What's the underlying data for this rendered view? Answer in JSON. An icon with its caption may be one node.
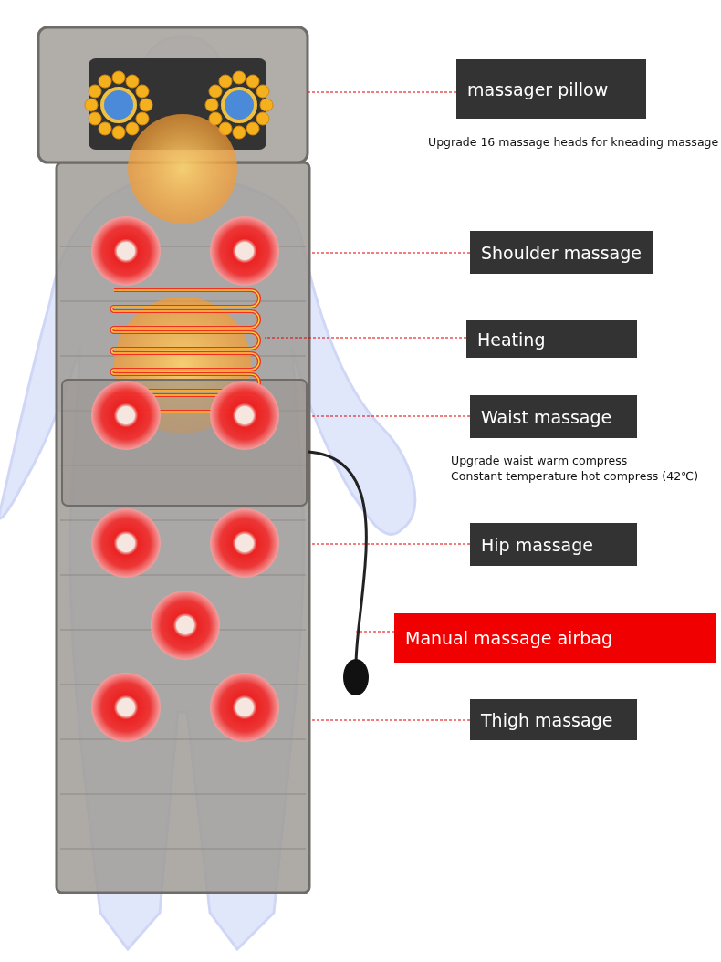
{
  "diagram": {
    "nodes": [
      {
        "text": [
          "massager pillow"
        ],
        "beside": [
          "Upgrade 16 massage heads for kneading massage"
        ]
      },
      {
        "text": [
          "Shoulder massage"
        ]
      },
      {
        "text": [
          "Heating"
        ]
      },
      {
        "text": [
          "Waist massage"
        ],
        "beside": [
          "Upgrade waist warm compress",
          "Constant temperature hot compress (42℃)"
        ]
      },
      {
        "text": [
          "Hip massage"
        ]
      },
      {
        "text": [
          "Manual massage airbag"
        ]
      },
      {
        "text": [
          "Thigh massage"
        ]
      }
    ],
    "edges": [
      {
        "from": 0,
        "to": null,
        "arrow": "none",
        "style": "dashed"
      },
      {
        "from": 1,
        "to": null,
        "arrow": "none",
        "style": "dashed"
      },
      {
        "from": 2,
        "to": null,
        "arrow": "none",
        "style": "dashed"
      },
      {
        "from": 3,
        "to": null,
        "arrow": "none",
        "style": "dashed"
      },
      {
        "from": 4,
        "to": null,
        "arrow": "none",
        "style": "dashed"
      },
      {
        "from": 5,
        "to": null,
        "arrow": "none",
        "style": "dashed"
      },
      {
        "from": 6,
        "to": null,
        "arrow": "none",
        "style": "dashed"
      }
    ]
  }
}
